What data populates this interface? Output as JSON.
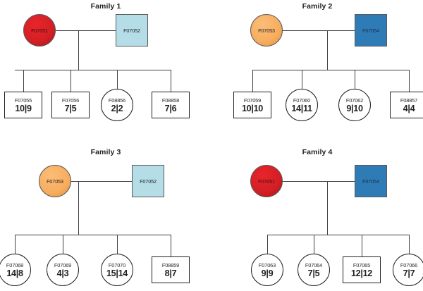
{
  "families": [
    {
      "title": "Family 1",
      "mother": {
        "id": "F07051",
        "shape": "circle",
        "color": "#d92026",
        "fill": "fill-red"
      },
      "father": {
        "id": "F07052",
        "shape": "square",
        "color": "#b4dde8",
        "fill": "fill-ltblue"
      },
      "children": [
        {
          "id": "F07055",
          "genotype": "10|9",
          "shape": "square"
        },
        {
          "id": "F07056",
          "genotype": "7|5",
          "shape": "square"
        },
        {
          "id": "F08856",
          "genotype": "2|2",
          "shape": "circle"
        },
        {
          "id": "F08858",
          "genotype": "7|6",
          "shape": "square"
        }
      ]
    },
    {
      "title": "Family 2",
      "mother": {
        "id": "F07053",
        "shape": "circle",
        "color": "#f7ad5e",
        "fill": "fill-orange"
      },
      "father": {
        "id": "F07054",
        "shape": "square",
        "color": "#2f7bb5",
        "fill": "fill-dkblue"
      },
      "children": [
        {
          "id": "F07059",
          "genotype": "10|10",
          "shape": "square"
        },
        {
          "id": "F07060",
          "genotype": "14|11",
          "shape": "circle"
        },
        {
          "id": "F07062",
          "genotype": "9|10",
          "shape": "circle"
        },
        {
          "id": "F08857",
          "genotype": "4|4",
          "shape": "square"
        }
      ]
    },
    {
      "title": "Family 3",
      "mother": {
        "id": "F07053",
        "shape": "circle",
        "color": "#f7ad5e",
        "fill": "fill-orange"
      },
      "father": {
        "id": "F07052",
        "shape": "square",
        "color": "#b4dde8",
        "fill": "fill-ltblue"
      },
      "children": [
        {
          "id": "F07068",
          "genotype": "14|8",
          "shape": "circle"
        },
        {
          "id": "F07069",
          "genotype": "4|3",
          "shape": "circle"
        },
        {
          "id": "F07070",
          "genotype": "15|14",
          "shape": "circle"
        },
        {
          "id": "F08859",
          "genotype": "8|7",
          "shape": "square"
        }
      ]
    },
    {
      "title": "Family 4",
      "mother": {
        "id": "F07051",
        "shape": "circle",
        "color": "#d92026",
        "fill": "fill-red"
      },
      "father": {
        "id": "F07054",
        "shape": "square",
        "color": "#2f7bb5",
        "fill": "fill-dkblue"
      },
      "children": [
        {
          "id": "F07063",
          "genotype": "9|9",
          "shape": "circle"
        },
        {
          "id": "F07064",
          "genotype": "7|5",
          "shape": "circle"
        },
        {
          "id": "F07065",
          "genotype": "12|12",
          "shape": "square"
        },
        {
          "id": "F07066",
          "genotype": "7|7",
          "shape": "circle"
        }
      ]
    }
  ],
  "colors": {
    "line": "#414042",
    "node_border": "#231f20",
    "affected_red": "#d92026",
    "light_blue": "#b4dde8",
    "orange": "#f7ad5e",
    "dark_blue": "#2f7bb5",
    "background": "#ffffff"
  }
}
